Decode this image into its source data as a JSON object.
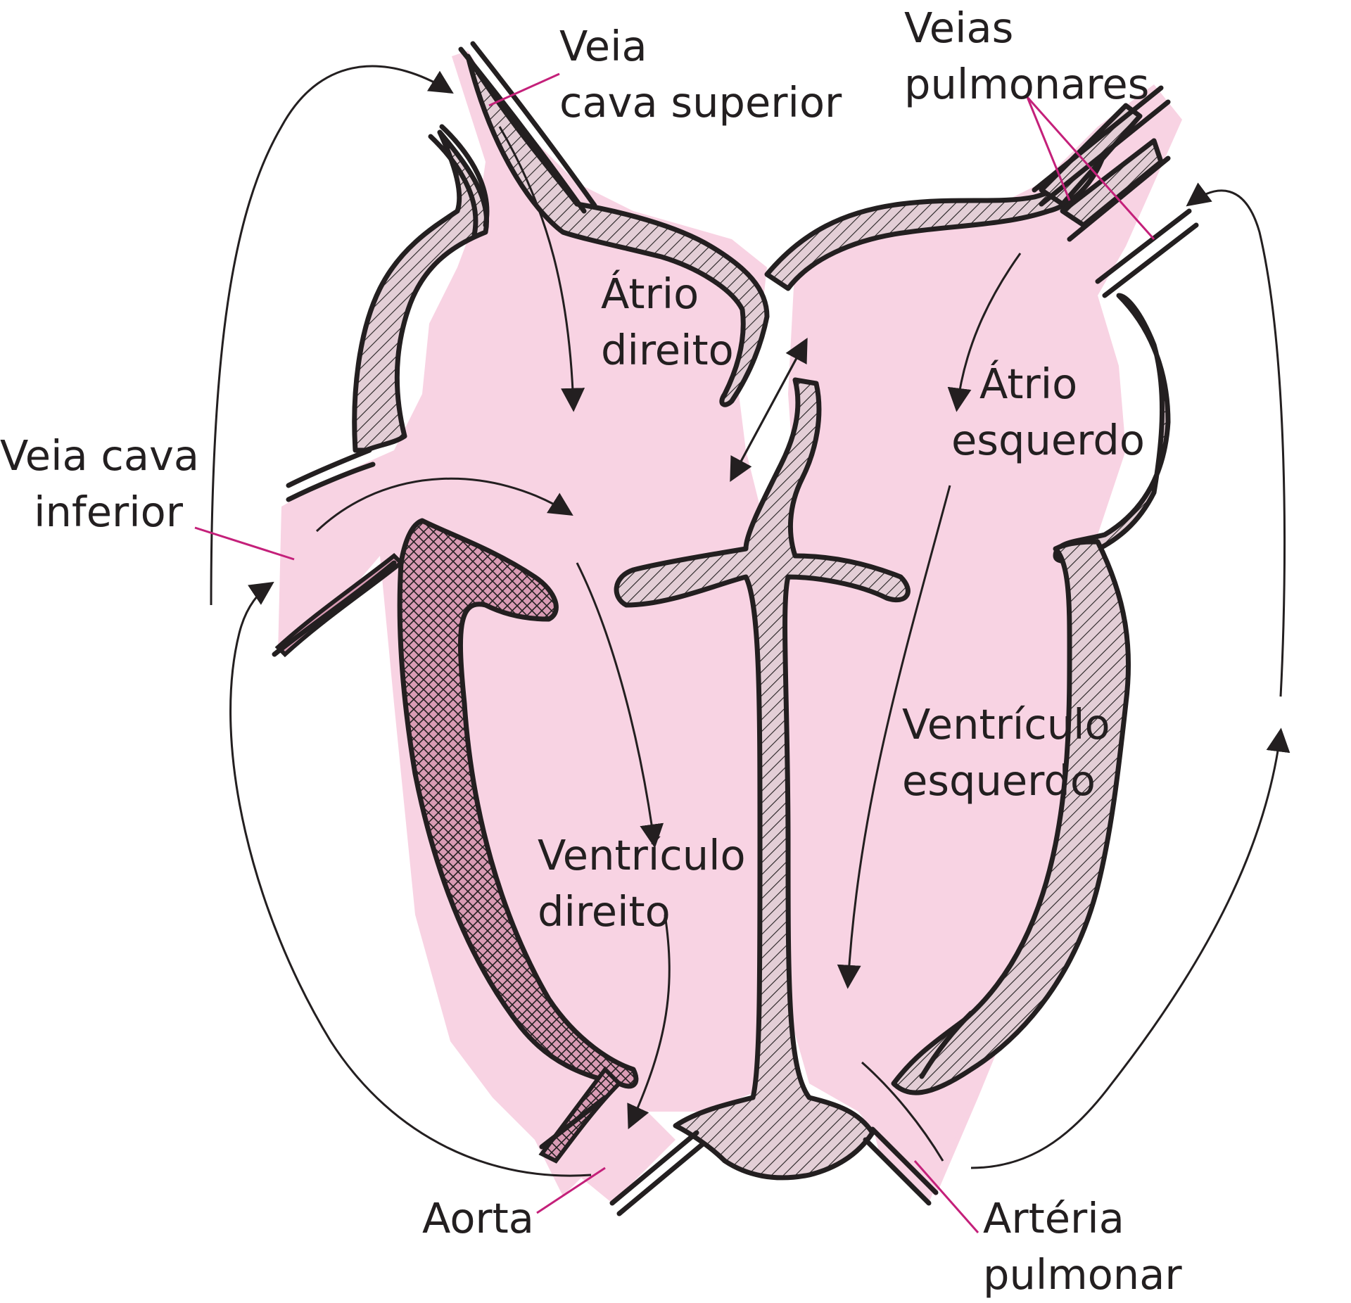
{
  "labels": {
    "veia_cava_superior": {
      "line1": "Veia",
      "line2": "cava superior"
    },
    "veias_pulmonares": {
      "line1": "Veias",
      "line2": "pulmonares"
    },
    "atrio_direito": {
      "line1": "Átrio",
      "line2": "direito"
    },
    "atrio_esquerdo": {
      "line1": "Átrio",
      "line2": "esquerdo"
    },
    "veia_cava_inferior": {
      "line1": "Veia cava",
      "line2": "inferior"
    },
    "ventriculo_esquerdo": {
      "line1": "Ventrículo",
      "line2": "esquerdo"
    },
    "ventriculo_direito": {
      "line1": "Ventrículo",
      "line2": "direito"
    },
    "aorta": "Aorta",
    "arteria_pulmonar": {
      "line1": "Artéria",
      "line2": "pulmonar"
    }
  },
  "colors": {
    "blood_fill": "#f8d3e3",
    "wall_fill": "#e3ced6",
    "dark_wall_fill": "#d99bb4",
    "outline": "#231f20",
    "leader_line": "#c4207a"
  }
}
